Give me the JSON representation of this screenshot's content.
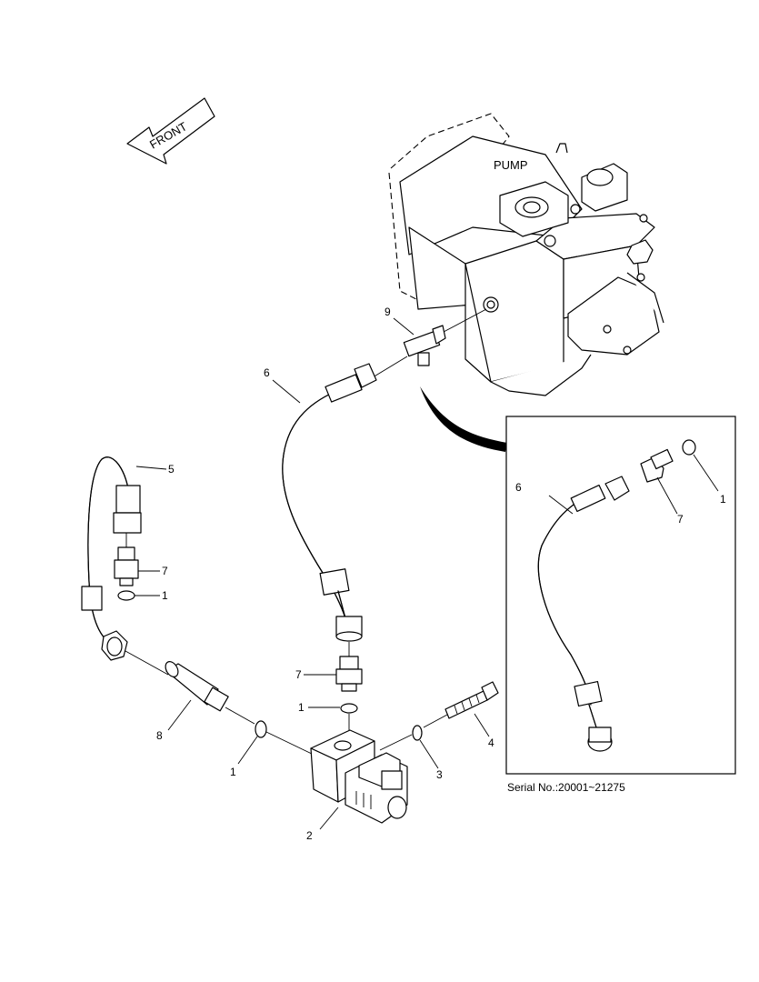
{
  "diagram": {
    "front_arrow_text": "FRONT",
    "pump_label": "PUMP",
    "serial_text": "Serial No.:20001~21275",
    "callouts": {
      "c9": "9",
      "c6_main": "6",
      "c5": "5",
      "c7_left": "7",
      "c1_left_top": "1",
      "c7_mid": "7",
      "c1_mid": "1",
      "c8": "8",
      "c1_bottom": "1",
      "c2": "2",
      "c3": "3",
      "c4": "4",
      "c6_inset": "6",
      "c7_inset": "7",
      "c1_inset": "1"
    }
  }
}
